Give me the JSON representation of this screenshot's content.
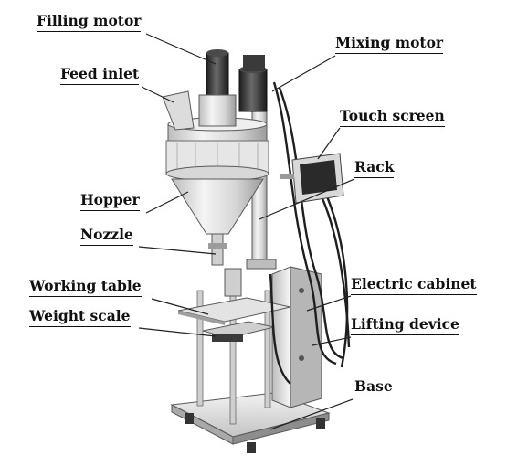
{
  "labels": {
    "filling_motor": "Filling motor",
    "mixing_motor": "Mixing motor",
    "feed_inlet": "Feed inlet",
    "touch_screen": "Touch screen",
    "rack": "Rack",
    "hopper": "Hopper",
    "nozzle": "Nozzle",
    "working_table": "Working table",
    "electric_cabinet": "Electric cabinet",
    "weight_scale": "Weight scale",
    "lifting_device": "Lifting device",
    "base": "Base"
  },
  "colors": {
    "label_text": "#111111",
    "leader_line": "#222222",
    "machine_outline": "#5a5a5a",
    "machine_light": "#e9e9e9",
    "machine_mid": "#c9c9c9",
    "machine_dark": "#2b2b2b"
  }
}
